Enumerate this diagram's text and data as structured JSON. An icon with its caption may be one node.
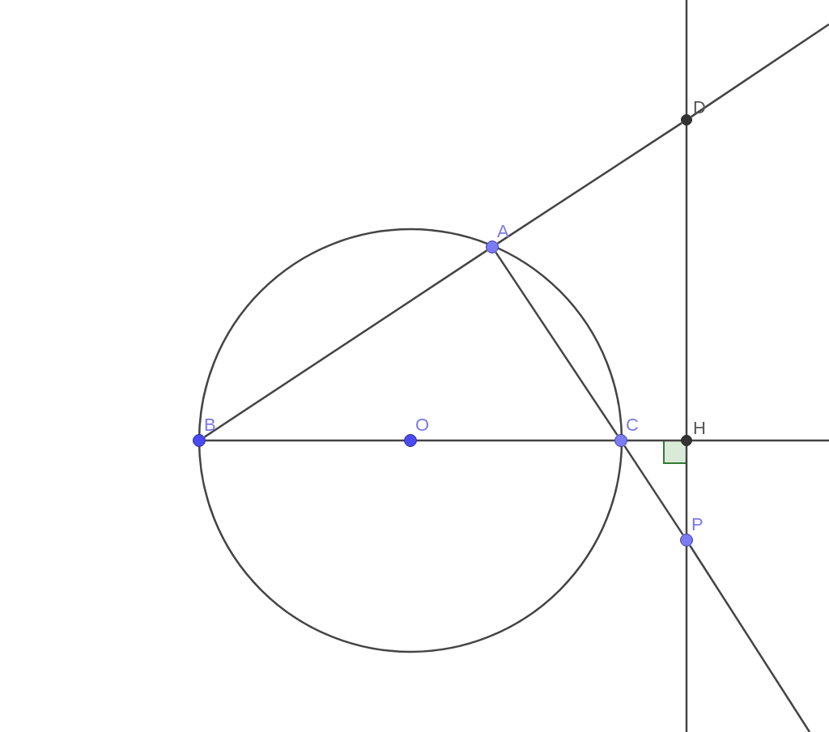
{
  "diagram": {
    "nodes": [
      {
        "text": [
          "D"
        ]
      },
      {
        "text": [
          "A"
        ]
      },
      {
        "text": [
          "B"
        ]
      },
      {
        "text": [
          "O"
        ]
      },
      {
        "text": [
          "C"
        ]
      },
      {
        "text": [
          "H"
        ]
      },
      {
        "text": [
          "P"
        ]
      }
    ],
    "edges": [
      {
        "from": 2,
        "to": 1,
        "arrow": "none"
      },
      {
        "from": 1,
        "to": 0,
        "arrow": "none"
      },
      {
        "from": 0,
        "to": null,
        "arrow": "none"
      },
      {
        "from": 2,
        "to": 3,
        "arrow": "none"
      },
      {
        "from": 3,
        "to": 4,
        "arrow": "none"
      },
      {
        "from": 4,
        "to": 5,
        "arrow": "none"
      },
      {
        "from": 5,
        "to": null,
        "arrow": "none"
      },
      {
        "from": null,
        "to": 0,
        "arrow": "none"
      },
      {
        "from": 0,
        "to": 5,
        "arrow": "none"
      },
      {
        "from": 5,
        "to": 6,
        "arrow": "none"
      },
      {
        "from": 6,
        "to": null,
        "arrow": "none"
      },
      {
        "from": 1,
        "to": 4,
        "arrow": "none"
      },
      {
        "from": 4,
        "to": 6,
        "arrow": "none"
      },
      {
        "from": 6,
        "to": null,
        "arrow": "none"
      }
    ]
  }
}
